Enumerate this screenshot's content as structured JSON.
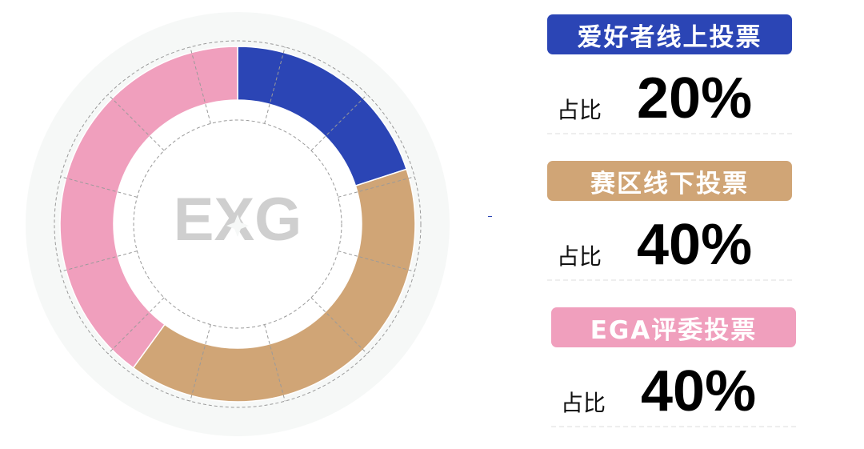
{
  "chart_data": {
    "type": "pie",
    "style": "donut",
    "title": "",
    "center_logo": "EXG",
    "categories": [
      "爱好者线上投票",
      "赛区线下投票",
      "EGA评委投票"
    ],
    "values": [
      20,
      40,
      40
    ],
    "unit": "%",
    "colors": [
      "#2b45b5",
      "#d0a576",
      "#f09fbd"
    ]
  },
  "legend": [
    {
      "title": "爱好者线上投票",
      "label": "占比",
      "value": "20%"
    },
    {
      "title": "赛区线下投票",
      "label": "占比",
      "value": "40%"
    },
    {
      "title": "EGA评委投票",
      "label": "占比",
      "value": "40%"
    }
  ]
}
